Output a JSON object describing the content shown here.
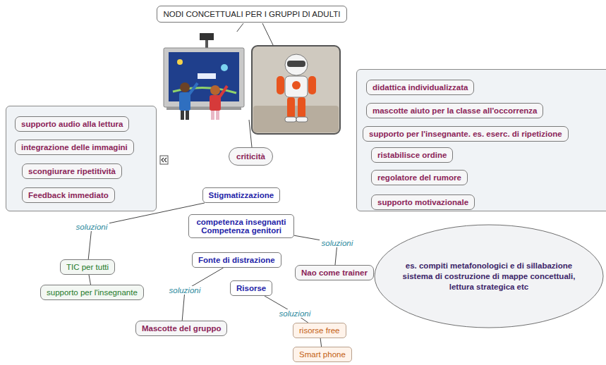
{
  "diagram": {
    "title": "NODI CONCETTUALI PER I GRUPPI DI ADULTI",
    "nodes": [
      {
        "text": [
          "NODI CONCETTUALI PER I GRUPPI DI ADULTI"
        ]
      },
      {
        "text": []
      },
      {
        "text": [
          "supporto audio alla lettura"
        ],
        "in": 1
      },
      {
        "text": [
          "integrazione delle immagini"
        ],
        "in": 1
      },
      {
        "text": [
          "scongiurare ripetitività"
        ],
        "in": 1
      },
      {
        "text": [
          "Feedback immediato"
        ],
        "in": 1
      },
      {
        "text": []
      },
      {
        "text": [
          "didattica individualizzata"
        ],
        "in": 6
      },
      {
        "text": [
          "mascotte aiuto per la classe all'occorrenza"
        ],
        "in": 6
      },
      {
        "text": [
          "supporto per l'insegnante. es. eserc. di ripetizione"
        ],
        "in": 6
      },
      {
        "text": [
          "ristabilisce ordine"
        ],
        "in": 6
      },
      {
        "text": [
          "regolatore del rumore"
        ],
        "in": 6
      },
      {
        "text": [
          "supporto motivazionale"
        ],
        "in": 6
      },
      {
        "text": [
          "criticità"
        ]
      },
      {
        "text": [
          "Stigmatizzazione"
        ]
      },
      {
        "text": [
          "competenza insegnanti Competenza genitori"
        ]
      },
      {
        "text": [
          "Fonte di distrazione"
        ]
      },
      {
        "text": [
          "Risorse"
        ]
      },
      {
        "text": [
          "TIC per tutti"
        ]
      },
      {
        "text": [
          "supporto per l'insegnante"
        ]
      },
      {
        "text": [
          "Nao come trainer"
        ]
      },
      {
        "text": [
          "es. compiti metafonologici e di sillabazione sistema di costruzione di mappe concettuali, lettura strategica etc"
        ]
      },
      {
        "text": [
          "Mascotte del gruppo"
        ]
      },
      {
        "text": [
          "risorse free"
        ]
      },
      {
        "text": [
          "Smart phone"
        ]
      }
    ],
    "edges": [
      {
        "from": 14,
        "to": 18,
        "arrow": "none",
        "label": "soluzioni"
      },
      {
        "from": 18,
        "to": 19,
        "arrow": "none"
      },
      {
        "from": 15,
        "to": 20,
        "arrow": "none",
        "label": "soluzioni"
      },
      {
        "from": 20,
        "to": 21,
        "arrow": "none"
      },
      {
        "from": 16,
        "to": 22,
        "arrow": "none",
        "label": "soluzioni"
      },
      {
        "from": 17,
        "to": 23,
        "arrow": "none",
        "label": "soluzioni"
      },
      {
        "from": 23,
        "to": 24,
        "arrow": "none"
      }
    ]
  }
}
